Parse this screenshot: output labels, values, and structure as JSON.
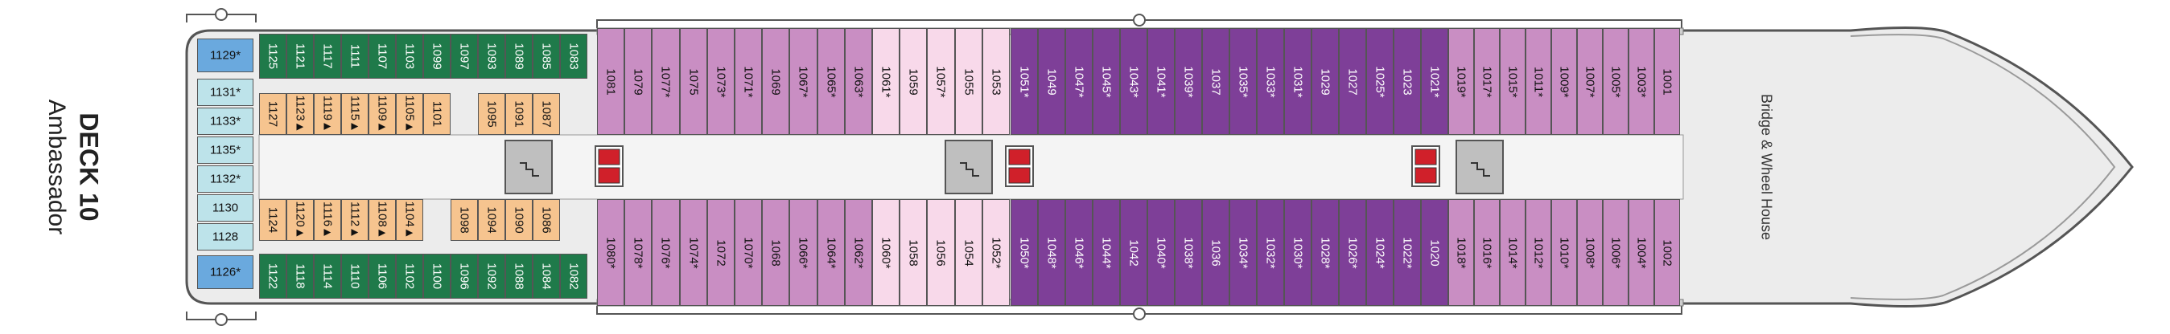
{
  "deck": {
    "title": "DECK 10",
    "subtitle": "Ambassador"
  },
  "bridge_label": "Bridge & Wheel House",
  "colors": {
    "hull_outline": "#555555",
    "hull_fill": "#ececec",
    "corridor": "#f4f4f4",
    "suite_blue": "#6aa9de",
    "light_blue": "#bde3ea",
    "green": "#1f7a4a",
    "orange": "#f6c48f",
    "light_purple": "#c98ec3",
    "pink": "#f8d9ea",
    "dark_purple": "#7e3f98",
    "lift_red": "#d0202a",
    "stairs_grey": "#bfbfbf"
  },
  "cabins": {
    "aft_suites": [
      "1129*",
      "1126*"
    ],
    "aft_light_blue": [
      "1131*",
      "1133*",
      "1135*",
      "1132*",
      "1130",
      "1128"
    ],
    "green_top": [
      "1125",
      "1121",
      "1117",
      "1111",
      "1107",
      "1103",
      "1099",
      "1097",
      "1093",
      "1089",
      "1085",
      "1083"
    ],
    "green_bottom": [
      "1122",
      "1118",
      "1114",
      "1110",
      "1106",
      "1102",
      "1100",
      "1096",
      "1092",
      "1088",
      "1084",
      "1082"
    ],
    "orange_top_left": [
      "1127",
      "1123▲",
      "1119▲",
      "1115▲",
      "1109▲",
      "1105▲",
      "1101"
    ],
    "orange_top_right": [
      "1095",
      "1091",
      "1087"
    ],
    "orange_bottom_left": [
      "1124",
      "1120▲",
      "1116▲",
      "1112▲",
      "1108▲",
      "1104▲"
    ],
    "orange_bottom_right": [
      "1098",
      "1094",
      "1090",
      "1086"
    ],
    "port_midship_1": [
      "1081",
      "1079",
      "1077*",
      "1075",
      "1073*",
      "1071*",
      "1069",
      "1067*",
      "1065*",
      "1063*",
      "1061*",
      "1059",
      "1057*",
      "1055",
      "1053"
    ],
    "port_midship_2": [
      "1051*",
      "1049",
      "1047*",
      "1045*",
      "1043*",
      "1041*",
      "1039*",
      "1037",
      "1035*",
      "1033*",
      "1031*",
      "1029",
      "1027",
      "1025*",
      "1023",
      "1021*"
    ],
    "port_fwd": [
      "1019*",
      "1017*",
      "1015*",
      "1011*",
      "1009*",
      "1007*",
      "1005*",
      "1003*",
      "1001"
    ],
    "stbd_midship_1": [
      "1080*",
      "1078*",
      "1076*",
      "1074*",
      "1072",
      "1070*",
      "1068",
      "1066*",
      "1064*",
      "1062*",
      "1060*",
      "1058",
      "1056",
      "1054",
      "1052*"
    ],
    "stbd_midship_2": [
      "1050*",
      "1048*",
      "1046*",
      "1044*",
      "1042",
      "1040*",
      "1038*",
      "1036",
      "1034*",
      "1032*",
      "1030*",
      "1028*",
      "1026*",
      "1024*",
      "1022*",
      "1020"
    ],
    "stbd_fwd": [
      "1018*",
      "1016*",
      "1014*",
      "1012*",
      "1010*",
      "1008*",
      "1006*",
      "1004*",
      "1002"
    ]
  }
}
